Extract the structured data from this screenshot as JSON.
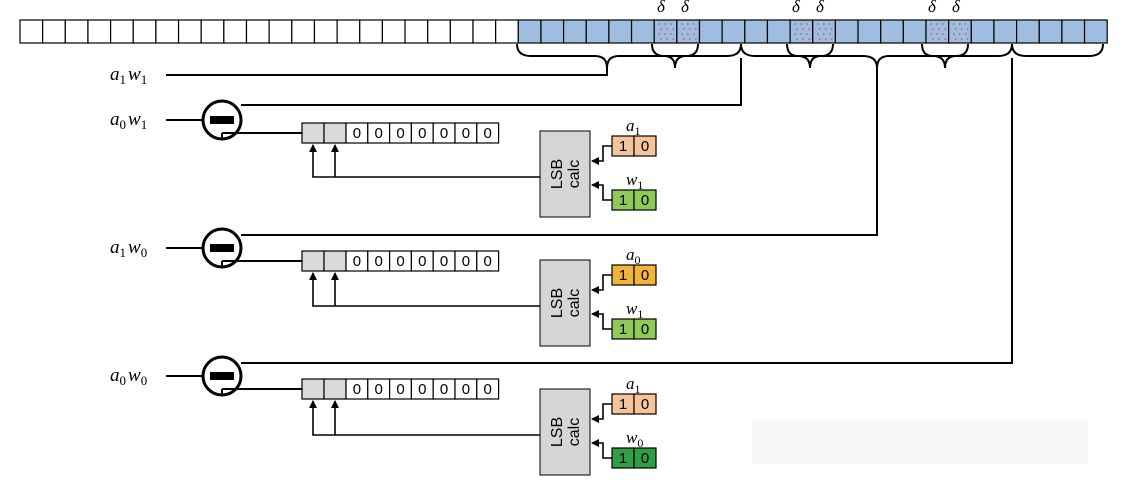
{
  "delta_symbol": "δ",
  "colors": {
    "register_white": "#ffffff",
    "register_blue": "#9fbde0",
    "delta_dot": "#d04040",
    "lsb_box": "#d6d6d6",
    "reg_gray": "#d9d9d9",
    "a1_fill": "#f6c39a",
    "a0_fill": "#f2b33a",
    "w1_fill": "#8fc95a",
    "w0_fill": "#2f9e44"
  },
  "rows": [
    {
      "input": {
        "base1": "a",
        "sub1": "1",
        "base2": "w",
        "sub2": "1"
      },
      "subtract": false
    },
    {
      "input": {
        "base1": "a",
        "sub1": "0",
        "base2": "w",
        "sub2": "1"
      },
      "subtract": true,
      "register_zeros": [
        "0",
        "0",
        "0",
        "0",
        "0",
        "0",
        "0"
      ],
      "lsb_label_top": "LSB",
      "lsb_label_bottom": "calc",
      "top_reg": {
        "name_base": "a",
        "name_sub": "1",
        "bits": [
          "1",
          "0"
        ],
        "color_key": "a1_fill"
      },
      "bottom_reg": {
        "name_base": "w",
        "name_sub": "1",
        "bits": [
          "1",
          "0"
        ],
        "color_key": "w1_fill"
      }
    },
    {
      "input": {
        "base1": "a",
        "sub1": "1",
        "base2": "w",
        "sub2": "0"
      },
      "subtract": true,
      "register_zeros": [
        "0",
        "0",
        "0",
        "0",
        "0",
        "0",
        "0"
      ],
      "lsb_label_top": "LSB",
      "lsb_label_bottom": "calc",
      "top_reg": {
        "name_base": "a",
        "name_sub": "0",
        "bits": [
          "1",
          "0"
        ],
        "color_key": "a0_fill"
      },
      "bottom_reg": {
        "name_base": "w",
        "name_sub": "1",
        "bits": [
          "1",
          "0"
        ],
        "color_key": "w1_fill"
      }
    },
    {
      "input": {
        "base1": "a",
        "sub1": "0",
        "base2": "w",
        "sub2": "0"
      },
      "subtract": true,
      "register_zeros": [
        "0",
        "0",
        "0",
        "0",
        "0",
        "0",
        "0"
      ],
      "lsb_label_top": "LSB",
      "lsb_label_bottom": "calc",
      "top_reg": {
        "name_base": "a",
        "name_sub": "1",
        "bits": [
          "1",
          "0"
        ],
        "color_key": "a1_fill"
      },
      "bottom_reg": {
        "name_base": "w",
        "name_sub": "0",
        "bits": [
          "1",
          "0"
        ],
        "color_key": "w0_fill"
      }
    }
  ]
}
